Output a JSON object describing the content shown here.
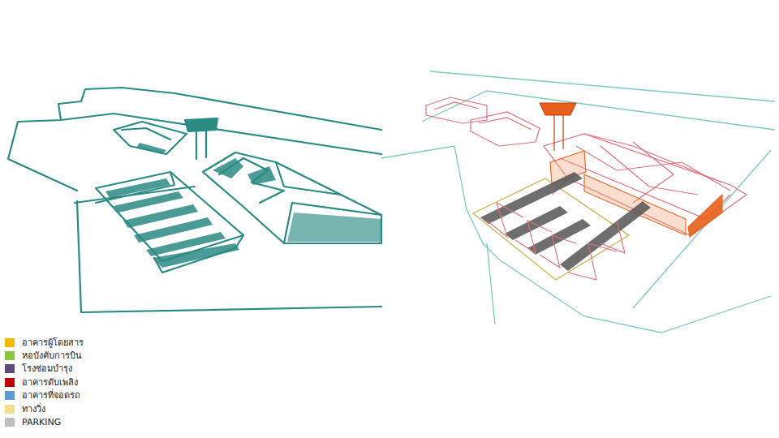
{
  "diagram": {
    "legend": [
      {
        "text": "อาคารผู้โดยสาร",
        "color": "#f5b800"
      },
      {
        "text": "หอบังคับการบิน",
        "color": "#8cc63f"
      },
      {
        "text": "โรงซ่อมบำรุง",
        "color": "#5b4a7a"
      },
      {
        "text": "อาคารดับเพลิง",
        "color": "#c00000"
      },
      {
        "text": "อาคารที่จอดรถ",
        "color": "#5b9bd5"
      },
      {
        "text": "ทางวิ่ง",
        "color": "#f7dc8a"
      },
      {
        "text": "PARKING",
        "color": "#bfbfbf"
      }
    ]
  }
}
